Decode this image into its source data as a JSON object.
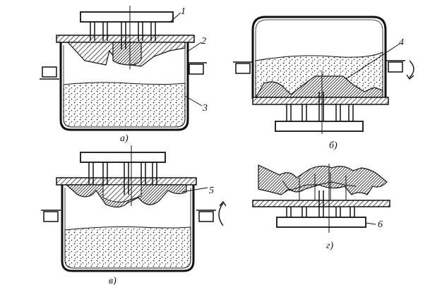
{
  "figure": {
    "panels": [
      {
        "key": "a",
        "caption": "а)"
      },
      {
        "key": "b",
        "caption": "б)"
      },
      {
        "key": "v",
        "caption": "в)"
      },
      {
        "key": "g",
        "caption": "г)"
      }
    ],
    "callouts": [
      "1",
      "2",
      "3",
      "4",
      "5",
      "6"
    ]
  }
}
